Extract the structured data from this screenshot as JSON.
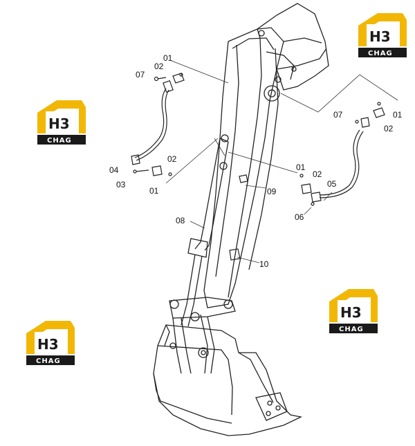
{
  "diagram": {
    "callouts": [
      "01",
      "02",
      "03",
      "04",
      "05",
      "06",
      "07",
      "08",
      "09",
      "10"
    ],
    "labels": {
      "top_left_01": "01",
      "top_left_02": "02",
      "top_left_07": "07",
      "right_01": "01",
      "right_02": "02",
      "right_07": "07",
      "left_02": "02",
      "left_04": "04",
      "left_03": "03",
      "left_01": "01",
      "mid_01": "01",
      "mid_02": "02",
      "mid_05": "05",
      "mid_06": "06",
      "label_08": "08",
      "label_09": "09",
      "label_10": "10"
    }
  },
  "watermark": {
    "mark": "H3",
    "word": "CHAG",
    "accent_color": "#f2b705",
    "dark_color": "#1a1a1a"
  }
}
